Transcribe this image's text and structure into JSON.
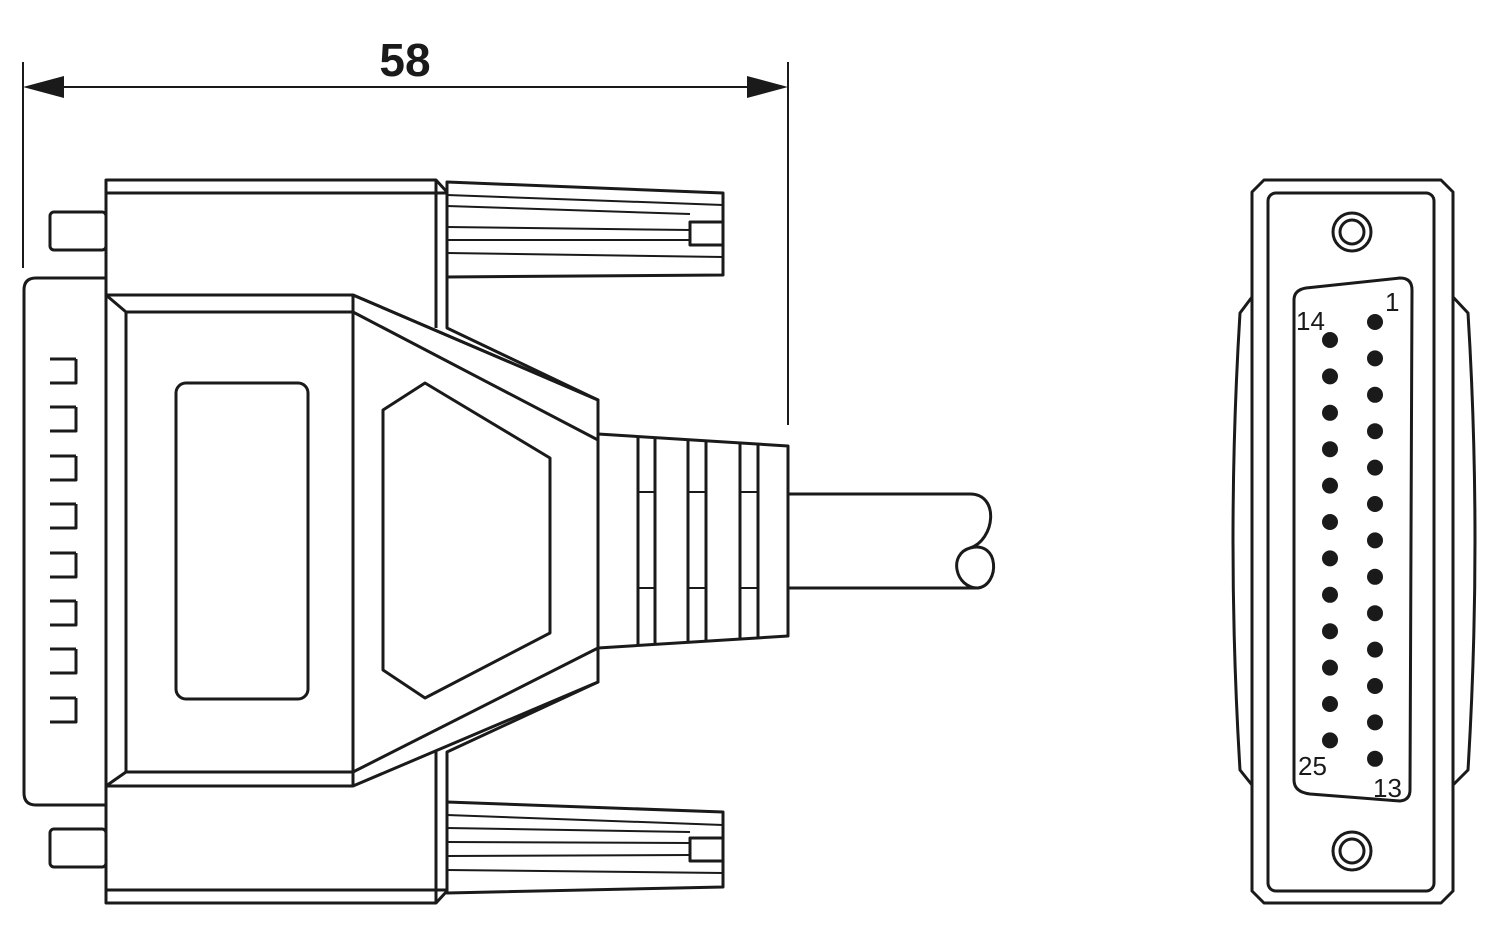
{
  "dimension": {
    "value_label": "58"
  },
  "pin_labels": {
    "pin_1": "1",
    "pin_14": "14",
    "pin_25": "25",
    "pin_13": "13"
  },
  "connector": {
    "pin_count": 25,
    "row_top_count": 13,
    "row_bottom_count": 12
  },
  "colors": {
    "line": "#1a1a1a",
    "background": "#ffffff"
  }
}
